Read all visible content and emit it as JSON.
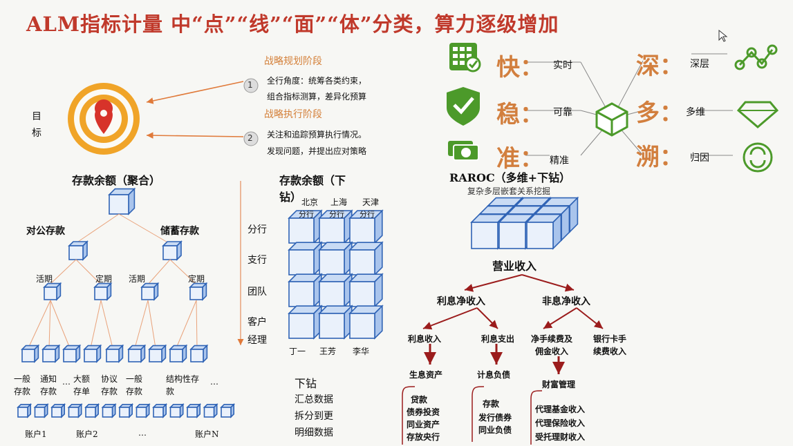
{
  "title": "ALM指标计量 中“点”“线”“面”“体”分类，算力逐级增加",
  "goal": {
    "label": "目标",
    "stage1_title": "战略规划阶段",
    "stage1_num": "1",
    "stage1_desc": [
      "全行角度：统筹各类约束，",
      "组合指标测算，差异化预算"
    ],
    "stage2_title": "战略执行阶段",
    "stage2_num": "2",
    "stage2_desc": [
      "关注和追踪预算执行情况。",
      "发现问题，并提出应对策略"
    ]
  },
  "features": [
    {
      "char": "快：",
      "desc": "实时",
      "icon": "calculator-check-icon"
    },
    {
      "char": "稳：",
      "desc": "可靠",
      "icon": "shield-check-icon"
    },
    {
      "char": "准：",
      "desc": "精准",
      "icon": "money-icon"
    },
    {
      "char": "深：",
      "desc": "深层",
      "icon": "network-nodes-icon"
    },
    {
      "char": "多：",
      "desc": "多维",
      "icon": "diamond-icon"
    },
    {
      "char": "溯：",
      "desc": "归因",
      "icon": "refresh-icon"
    }
  ],
  "aggregate": {
    "title": "存款余额（聚合）",
    "left": "对公存款",
    "right": "储蓄存款",
    "sub": [
      "活期",
      "定期",
      "活期",
      "定期"
    ],
    "leaves": [
      "一般存款",
      "通知存款",
      "…",
      "大额存单",
      "协议存款",
      "一般存款",
      "结构性存款",
      "…"
    ],
    "accounts": [
      "账户1",
      "账户2",
      "…",
      "账户N"
    ]
  },
  "drill": {
    "title": [
      "存款余额（下",
      "钻）"
    ],
    "cols": [
      "北京",
      "上海",
      "天津"
    ],
    "cube_labels": [
      "分行",
      "分行",
      "分行"
    ],
    "rows": [
      "分行",
      "支行",
      "团队",
      "客户",
      "经理"
    ],
    "names": [
      "丁一",
      "王芳",
      "李华"
    ],
    "note_title": "下钻",
    "note_lines": [
      "汇总数据",
      "拆分到更",
      "明细数据"
    ]
  },
  "raroc": {
    "title": "RAROC（多维+下钻）",
    "subtitle": "复杂多层嵌套关系挖掘",
    "root": "营业收入",
    "l1": [
      "利息净收入",
      "非息净收入"
    ],
    "l2": [
      "利息收入",
      "利息支出",
      "净手续费及",
      "佣金收入",
      "银行卡手",
      "续费收入"
    ],
    "l3": [
      "生息资产",
      "计息负债",
      "财富管理"
    ],
    "l4a": [
      "贷款",
      "债券投资",
      "同业资产",
      "存放央行"
    ],
    "l4b": [
      "存款",
      "发行债券",
      "同业负债"
    ],
    "l4c": [
      "代理基金收入",
      "代理保险收入",
      "受托理财收入"
    ]
  },
  "colors": {
    "title": "#c0392b",
    "accent": "#d4803a",
    "cube": "#2f63b5",
    "arrow": "#9b1c1c",
    "green": "#4c9a2a"
  }
}
